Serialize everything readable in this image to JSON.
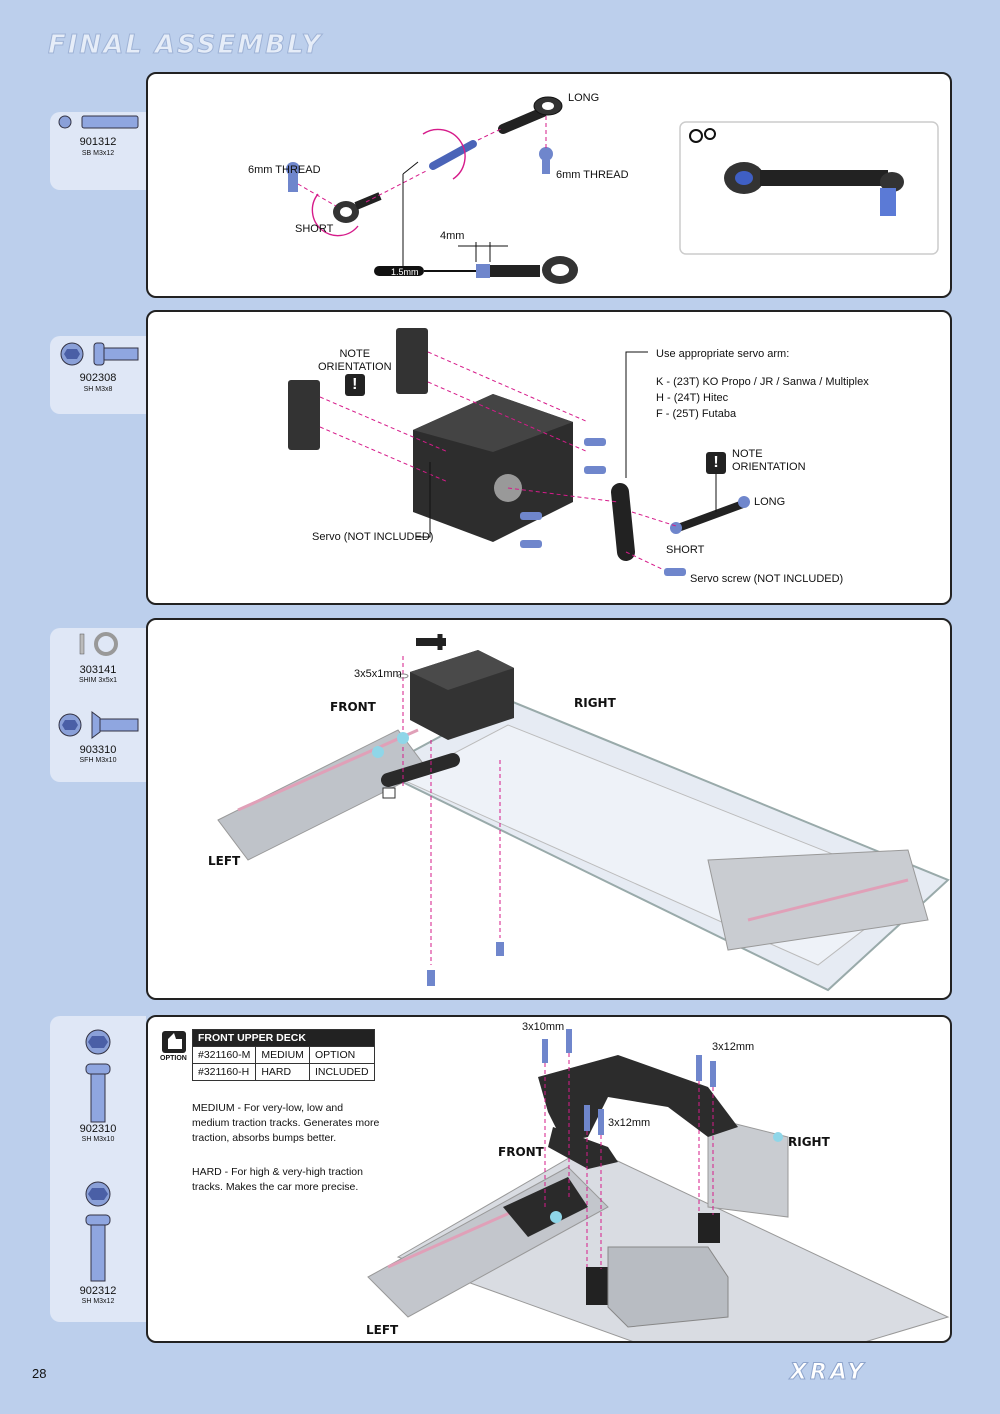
{
  "page": {
    "title": "FINAL ASSEMBLY",
    "page_number": "28",
    "brand": "XRAY"
  },
  "step1": {
    "parts": [
      {
        "code": "901312",
        "desc": "SB M3x12"
      }
    ],
    "labels": {
      "long": "LONG",
      "thread_left": "6mm THREAD",
      "thread_right": "6mm THREAD",
      "short": "SHORT",
      "gap": "4mm",
      "tool": "1.5mm"
    }
  },
  "step2": {
    "parts": [
      {
        "code": "902308",
        "desc": "SH M3x8"
      }
    ],
    "labels": {
      "note": "NOTE",
      "orientation": "ORIENTATION",
      "servo_arm_title": "Use appropriate servo arm:",
      "arm_k": "K - (23T) KO Propo / JR / Sanwa / Multiplex",
      "arm_h": "H - (24T) Hitec",
      "arm_f": "F - (25T) Futaba",
      "note2": "NOTE",
      "orientation2": "ORIENTATION",
      "long": "LONG",
      "short": "SHORT",
      "servo": "Servo (NOT INCLUDED)",
      "servo_screw": "Servo screw (NOT INCLUDED)"
    }
  },
  "step3": {
    "parts": [
      {
        "code": "303141",
        "desc": "SHIM 3x5x1"
      },
      {
        "code": "903310",
        "desc": "SFH M3x10"
      }
    ],
    "labels": {
      "shim": "3x5x1mm",
      "front": "FRONT",
      "right": "RIGHT",
      "left": "LEFT"
    }
  },
  "step4": {
    "parts": [
      {
        "code": "902310",
        "desc": "SH M3x10"
      },
      {
        "code": "902312",
        "desc": "SH M3x12"
      }
    ],
    "option_label": "OPTION",
    "option_table": {
      "title": "FRONT UPPER DECK",
      "rows": [
        [
          "#321160-M",
          "MEDIUM",
          "OPTION"
        ],
        [
          "#321160-H",
          "HARD",
          "INCLUDED"
        ]
      ]
    },
    "desc_medium": "MEDIUM - For very-low, low and medium traction tracks. Generates more traction, absorbs bumps better.",
    "desc_hard": "HARD - For high & very-high traction tracks. Makes the car more precise.",
    "labels": {
      "screw_a": "3x10mm",
      "screw_b": "3x12mm",
      "screw_c": "3x12mm",
      "front": "FRONT",
      "right": "RIGHT",
      "left": "LEFT"
    }
  }
}
